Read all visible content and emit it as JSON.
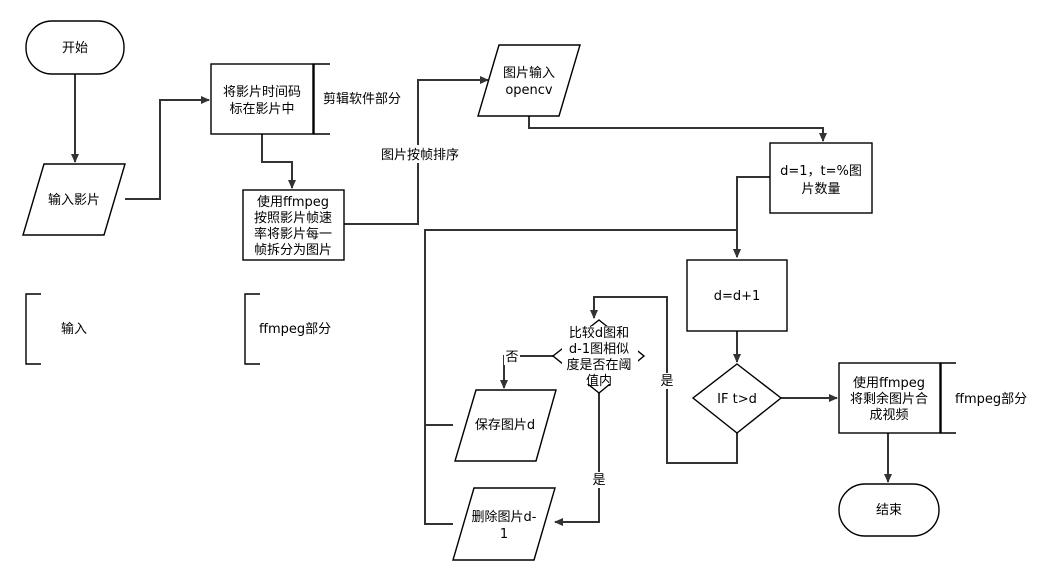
{
  "nodes": {
    "start": "开始",
    "input_video": "输入影片",
    "embed_timecode": [
      "将影片时间码",
      "标在影片中"
    ],
    "ffmpeg_split": [
      "使用ffmpeg",
      "按照影片帧速",
      "率将影片每一",
      "帧拆分为图片"
    ],
    "image_input": [
      "图片输入",
      "opencv"
    ],
    "init_vars": [
      "d=1，t=%图",
      "片数量"
    ],
    "increment": "d=d+1",
    "compare": [
      "比较d图和",
      "d-1图相似",
      "度是否在阈",
      "值内"
    ],
    "if_t_gt_d": "IF t>d",
    "save_image": "保存图片d",
    "delete_image": [
      "删除图片d-",
      "1"
    ],
    "ffmpeg_compose": [
      "使用ffmpeg",
      "将剩余图片合",
      "成视频"
    ],
    "end": "结束"
  },
  "edge_labels": {
    "sort_frames": "图片按帧排序",
    "no": "否",
    "yes_delete": "是",
    "yes_loop": "是"
  },
  "annotations": {
    "editing_part": "剪辑软件部分",
    "ffmpeg_part_right": "ffmpeg部分"
  },
  "legend": {
    "input": "输入",
    "ffmpeg_part": "ffmpeg部分"
  }
}
